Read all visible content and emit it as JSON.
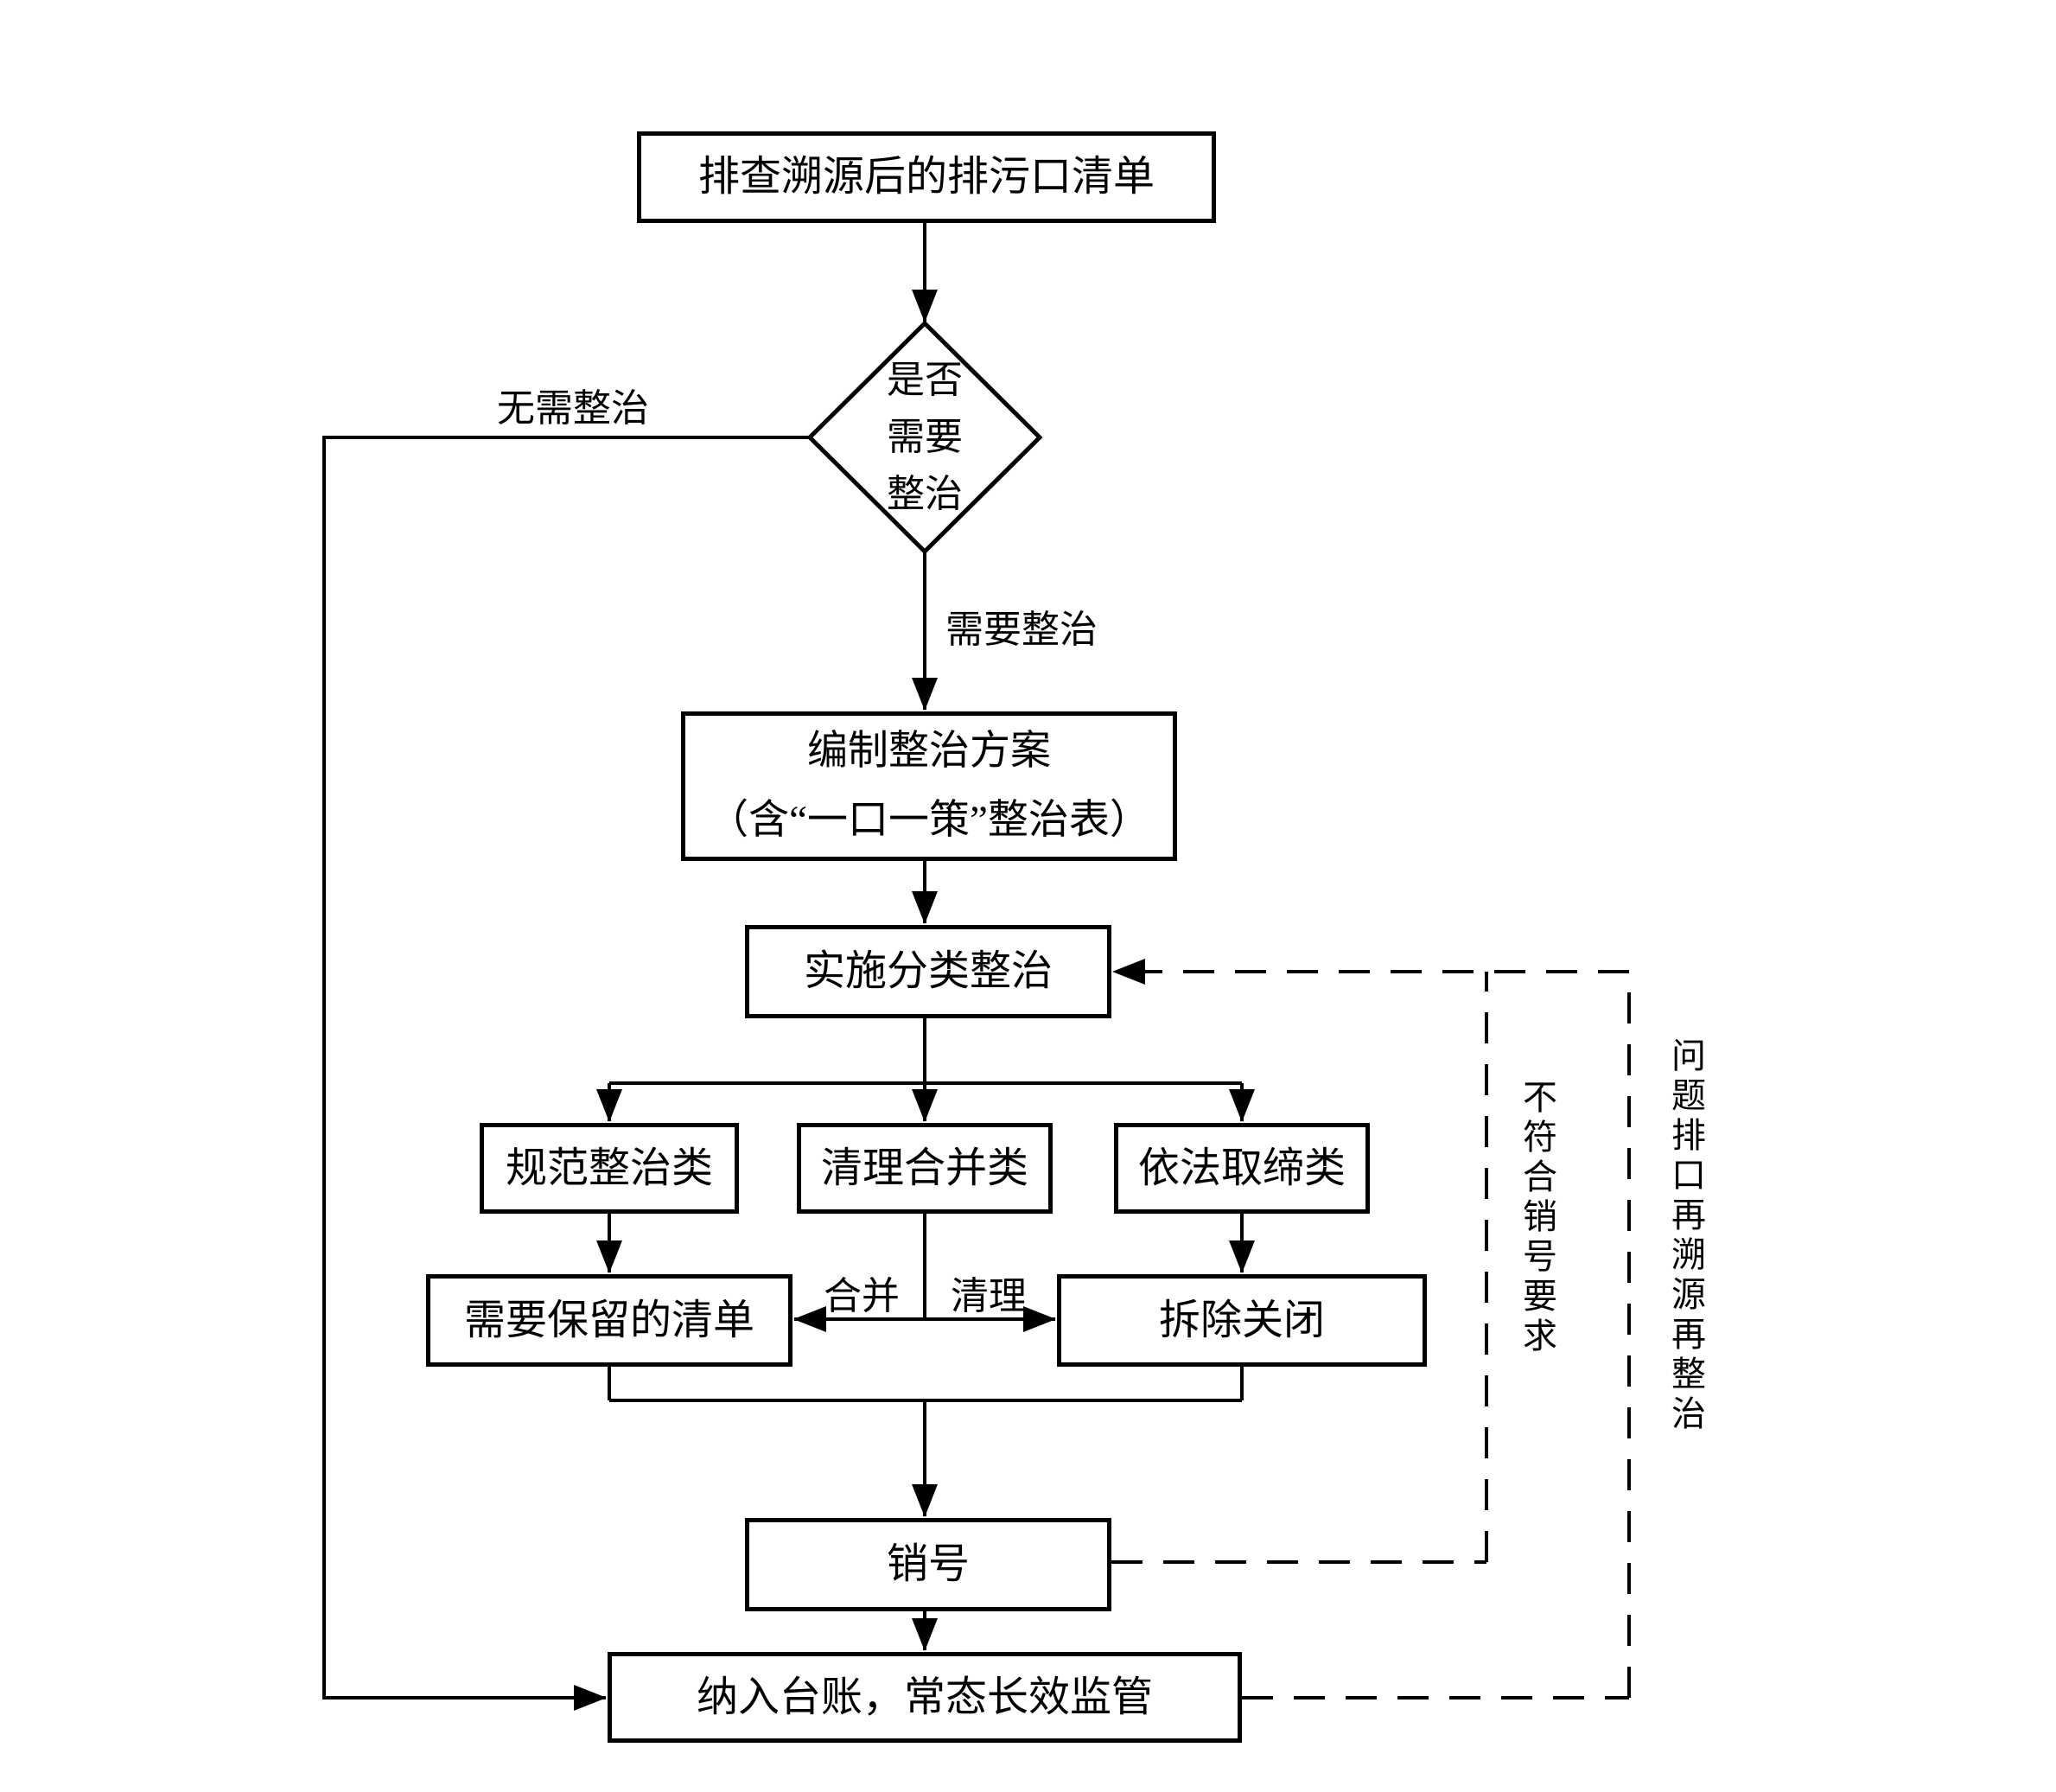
{
  "colors": {
    "line": "#000000",
    "background": "#ffffff"
  },
  "nodes": {
    "source_list": "排查溯源后的排污口清单",
    "decision_line1": "是否",
    "decision_line2": "需要",
    "decision_line3": "整治",
    "plan_line1": "编制整治方案",
    "plan_line2": "（含“一口一策”整治表）",
    "implement": "实施分类整治",
    "category_standard": "规范整治类",
    "category_merge": "清理合并类",
    "category_ban": "依法取缔类",
    "keep_list": "需要保留的清单",
    "demolish_close": "拆除关闭",
    "closeout": "销号",
    "ledger": "纳入台账，常态长效监管"
  },
  "edge_labels": {
    "no_need": "无需整治",
    "need": "需要整治",
    "merge": "合并",
    "clear": "清理",
    "not_meet_closeout": "不符合销号要求",
    "problem_retrace": "问题排口再溯源再整治"
  }
}
